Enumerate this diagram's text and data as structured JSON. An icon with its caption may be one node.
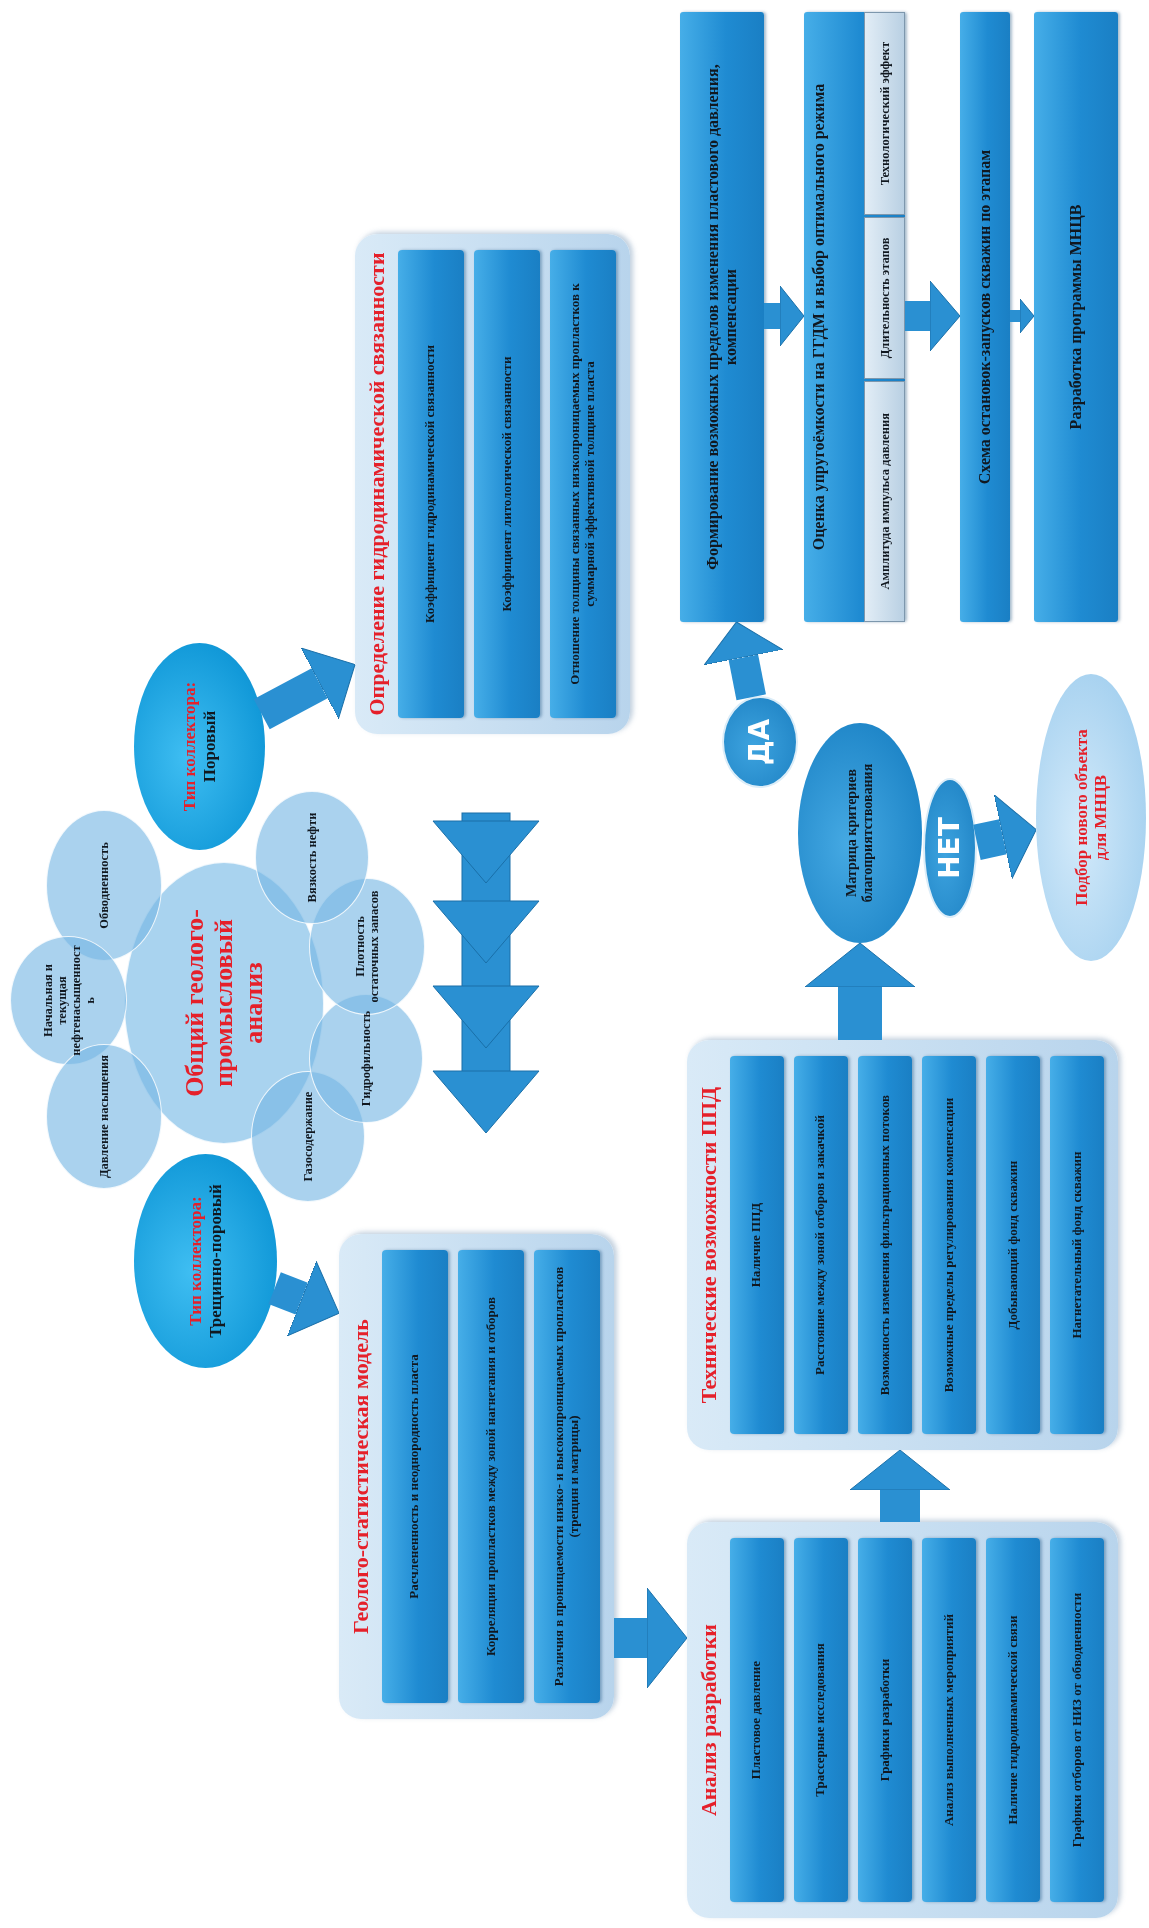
{
  "diagram": {
    "nodes": [
      {
        "text": [
          "Тип коллектора:",
          "Поровый"
        ]
      },
      {
        "text": [
          "Тип коллектора:",
          "Трещинно-поровый"
        ]
      },
      {
        "text": [
          "Общий геолого-промысловый анализ"
        ]
      },
      {
        "text": [
          "Обводненность"
        ]
      },
      {
        "text": [
          "Начальная и текущая нефтенасыщенность"
        ]
      },
      {
        "text": [
          "Давление насыщения"
        ]
      },
      {
        "text": [
          "Газосодержание"
        ]
      },
      {
        "text": [
          "Гидрофильность"
        ]
      },
      {
        "text": [
          "Плотность остаточных запасов"
        ]
      },
      {
        "text": [
          "Вязкость нефти"
        ]
      },
      {
        "text": [
          "Определение гидродинамической связанности"
        ]
      },
      {
        "text": [
          "Коэффициент гидродинамической связанности"
        ],
        "in": 10
      },
      {
        "text": [
          "Коэффициент литологической связанности"
        ],
        "in": 10
      },
      {
        "text": [
          "Отношение толщины связанных низкопроницаемых пропластков к суммарной эффективной толщине пласта"
        ],
        "in": 10
      },
      {
        "text": [
          "Геолого-статистическая модель"
        ]
      },
      {
        "text": [
          "Расчлененность и неоднородность пласта"
        ],
        "in": 14
      },
      {
        "text": [
          "Корреляции пропластков между зоной нагнетания и отборов"
        ],
        "in": 14
      },
      {
        "text": [
          "Различия в проницаемости низко- и высокопроницаемых пропластков (трещин и матрицы)"
        ],
        "in": 14
      },
      {
        "text": [
          "Анализ разработки"
        ]
      },
      {
        "text": [
          "Пластовое давление"
        ],
        "in": 18
      },
      {
        "text": [
          "Трассерные исследования"
        ],
        "in": 18
      },
      {
        "text": [
          "Графики разработки"
        ],
        "in": 18
      },
      {
        "text": [
          "Анализ выполненных мероприятий"
        ],
        "in": 18
      },
      {
        "text": [
          "Наличие гидродинамической связи"
        ],
        "in": 18
      },
      {
        "text": [
          "Графики отборов от НИЗ от обводненности"
        ],
        "in": 18
      },
      {
        "text": [
          "Технические возможности ППД"
        ]
      },
      {
        "text": [
          "Наличие ППД"
        ],
        "in": 25
      },
      {
        "text": [
          "Расстояние между зоной отборов и закачкой"
        ],
        "in": 25
      },
      {
        "text": [
          "Возможность изменения фильтрационных потоков"
        ],
        "in": 25
      },
      {
        "text": [
          "Возможные пределы регулирования компенсации"
        ],
        "in": 25
      },
      {
        "text": [
          "Добывающий фонд скважин"
        ],
        "in": 25
      },
      {
        "text": [
          "Нагнетательный фонд скважин"
        ],
        "in": 25
      },
      {
        "text": [
          "Матрица критериев благоприятствования"
        ]
      },
      {
        "text": [
          "ДА"
        ]
      },
      {
        "text": [
          "НЕТ"
        ]
      },
      {
        "text": [
          "Подбор нового объекта для МНЦВ"
        ]
      },
      {
        "text": [
          "Формирование возможных пределов изменения пластового давления, компенсации"
        ]
      },
      {
        "text": [
          "Оценка упругоёмкости на ГГДМ и выбор оптимального режима"
        ]
      },
      {
        "text": [
          "Амплитуда импульса давления"
        ],
        "in": 37
      },
      {
        "text": [
          "Длительность этапов"
        ],
        "in": 37
      },
      {
        "text": [
          "Технологический эффект"
        ],
        "in": 37
      },
      {
        "text": [
          "Схема остановок-запусков скважин по этапам"
        ]
      },
      {
        "text": [
          "Разработка программы МНЦВ"
        ]
      }
    ],
    "edges": [
      {
        "from": 0,
        "to": 10,
        "arrow": "to"
      },
      {
        "from": 1,
        "to": 14,
        "arrow": "to"
      },
      {
        "from": 14,
        "to": 18,
        "arrow": "to"
      },
      {
        "from": 18,
        "to": 25,
        "arrow": "to"
      },
      {
        "from": 25,
        "to": 32,
        "arrow": "to"
      },
      {
        "from": 33,
        "to": 36,
        "arrow": "to"
      },
      {
        "from": 34,
        "to": 35,
        "arrow": "to"
      },
      {
        "from": 36,
        "to": 37,
        "arrow": "to"
      },
      {
        "from": 37,
        "to": 41,
        "arrow": "to"
      },
      {
        "from": 41,
        "to": 42,
        "arrow": "to"
      }
    ]
  }
}
